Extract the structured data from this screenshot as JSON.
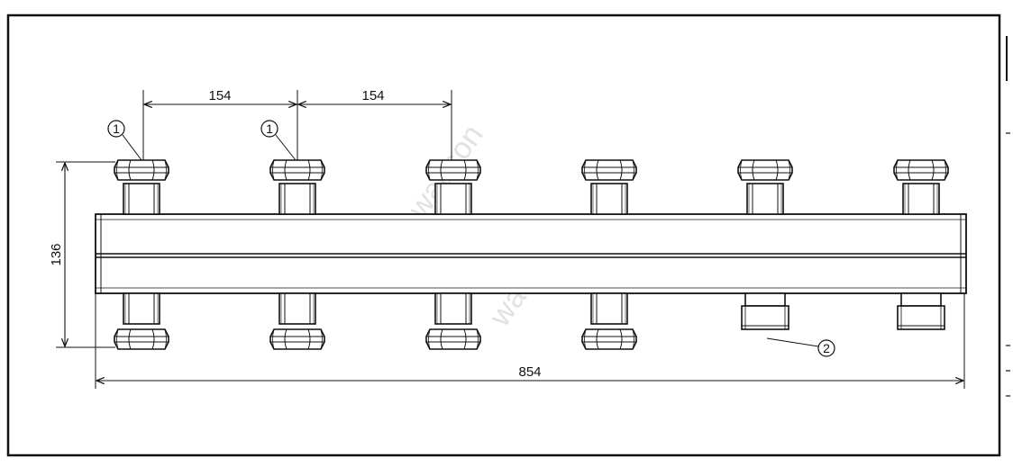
{
  "dimensions": {
    "pitch_left": "154",
    "pitch_right": "154",
    "height": "136",
    "total_length": "854"
  },
  "markers": [
    {
      "label": "1"
    },
    {
      "label": "1"
    },
    {
      "label": "2"
    }
  ],
  "watermark": "wattson",
  "colors": {
    "line": "#111111",
    "fill": "#ffffff"
  },
  "outlets": {
    "top_count": 6,
    "bottom_nut_count": 4,
    "bottom_plug_count": 2
  }
}
